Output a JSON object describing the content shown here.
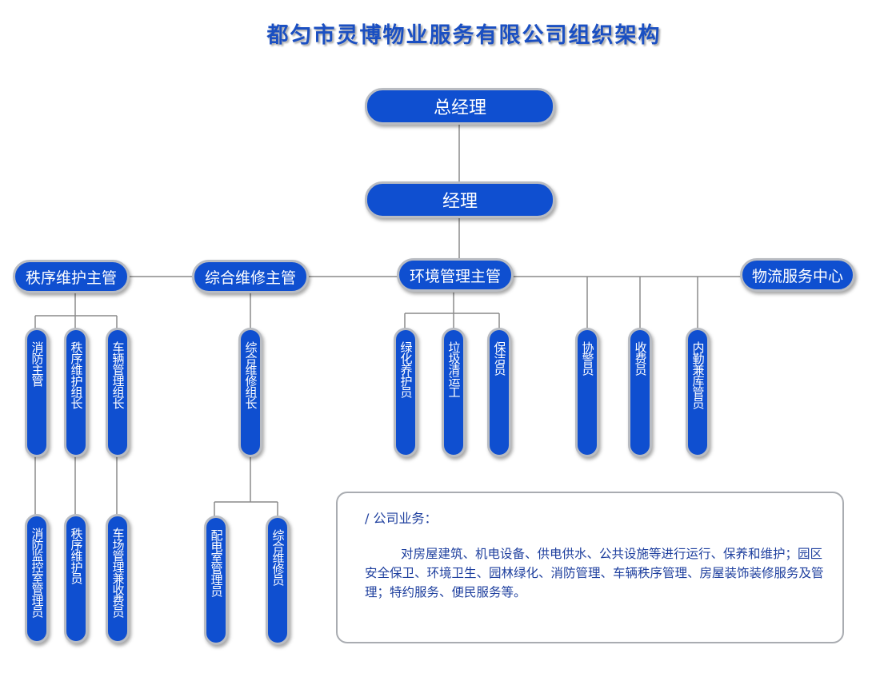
{
  "title": "都匀市灵博物业服务有限公司组织架构",
  "gm": "总经理",
  "manager": "经理",
  "supervisors": {
    "order": "秩序维护主管",
    "repair": "综合维修主管",
    "env": "环境管理主管",
    "logistics": "物流服务中心"
  },
  "order_staff": {
    "fire": "消防主管",
    "order_leader": "秩序维护组长",
    "vehicle_leader": "车辆管理组长",
    "fire_monitor": "消防监控室管理员",
    "order_guard": "秩序维护员",
    "parking": "车场管理兼收费员"
  },
  "repair_staff": {
    "leader": "综合维修组长",
    "power_room": "配电室管理员",
    "repairman": "综合维修员"
  },
  "env_staff": {
    "green": "绿化养护员",
    "garbage": "垃圾清运工",
    "cleaner": "保洁员"
  },
  "logistics_staff": {
    "police": "协警员",
    "cashier": "收费员",
    "warehouse": "内勤兼库管员"
  },
  "info": {
    "heading": "/ 公司业务：",
    "text": "对房屋建筑、机电设备、供电供水、公共设施等进行运行、保养和维护；园区安全保卫、环境卫生、园林绿化、消防管理、车辆秩序管理、房屋装饰装修服务及管理；特约服务、便民服务等。"
  }
}
